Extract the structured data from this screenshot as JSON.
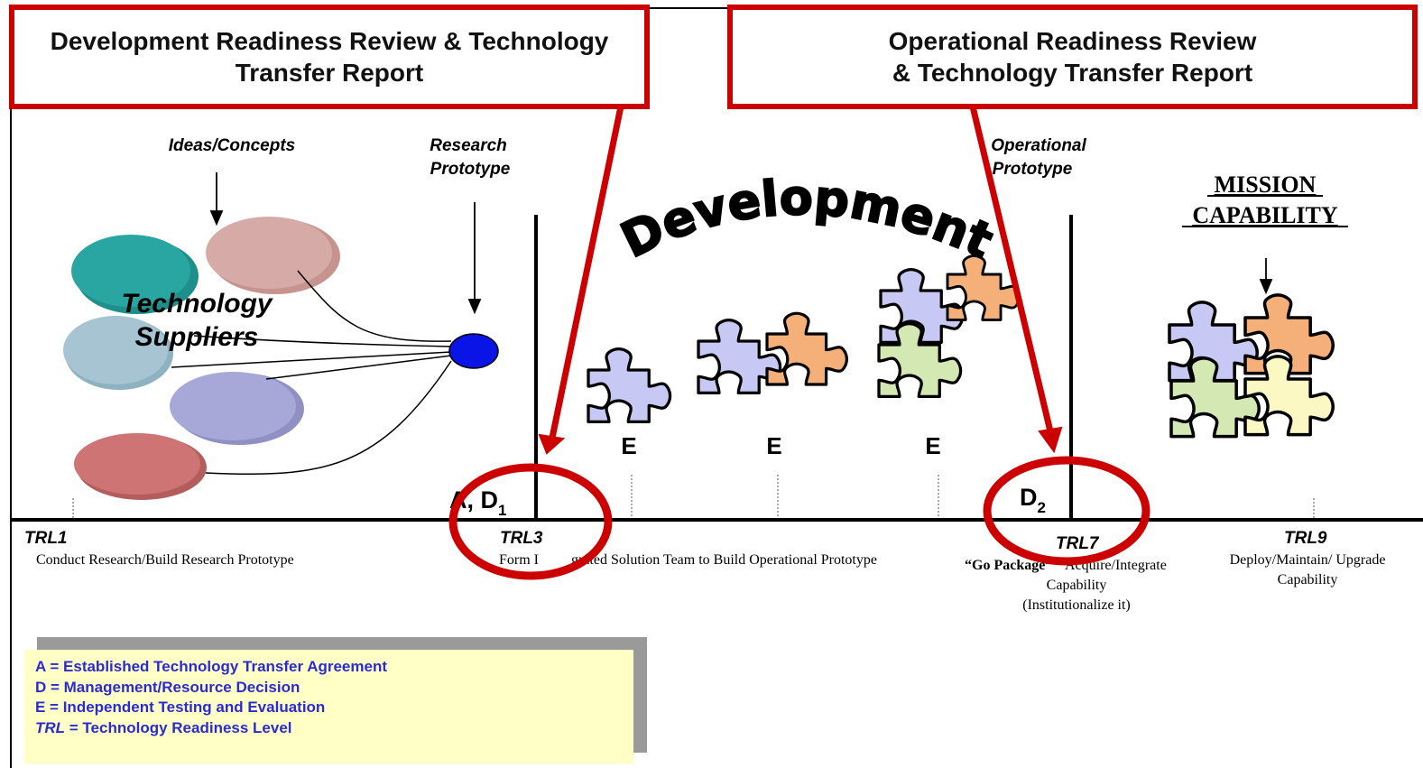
{
  "header_left": {
    "line1": "Development Readiness Review & Technology",
    "line2": "Transfer Report"
  },
  "header_right": {
    "line1": "Operational Readiness Review",
    "line2": "& Technology Transfer Report"
  },
  "labels": {
    "ideas_concepts": "Ideas/Concepts",
    "research_prototype_1": "Research",
    "research_prototype_2": "Prototype",
    "operational_prototype_1": "Operational",
    "operational_prototype_2": "Prototype",
    "development": "Development",
    "tech_suppliers_1": "Technology",
    "tech_suppliers_2": "Suppliers",
    "mission_1": "MISSION",
    "mission_2": "CAPABILITY"
  },
  "milestones": {
    "a_d1_prefix": "A, D",
    "d1_sub": "1",
    "d2_prefix": "D",
    "d2_sub": "2",
    "e_mark": "E"
  },
  "trl": {
    "trl1": "TRL1",
    "trl1_desc": "Conduct Research/Build Research Prototype",
    "trl3": "TRL3",
    "trl3_desc_a": "Form I",
    "trl3_desc_b": "grated Solution Team to Build Operational Prototype",
    "trl7": "TRL7",
    "trl7_go": "“Go Package”",
    "trl7_desc1": "Acquire/Integrate",
    "trl7_desc2": "Capability",
    "trl7_desc3": "(Institutionalize it)",
    "trl9": "TRL9",
    "trl9_desc1": "Deploy/Maintain/ Upgrade",
    "trl9_desc2": "Capability"
  },
  "legend": {
    "a_line": "A = Established Technology Transfer Agreement",
    "d_line": "D = Management/Resource Decision",
    "e_line": "E = Independent Testing and Evaluation",
    "trl_abbr": "TRL",
    "trl_rest": " = Technology Readiness Level"
  },
  "colors": {
    "accent_red": "#cc0000",
    "legend_bg": "#ffffc6",
    "legend_text": "#2b2bd4",
    "research_dot": "#0a14e6",
    "puzzle_blue": "#c8c8f4",
    "puzzle_orange": "#f5b07a",
    "puzzle_green": "#d4e8b4",
    "puzzle_yellow": "#fcf8c4"
  }
}
